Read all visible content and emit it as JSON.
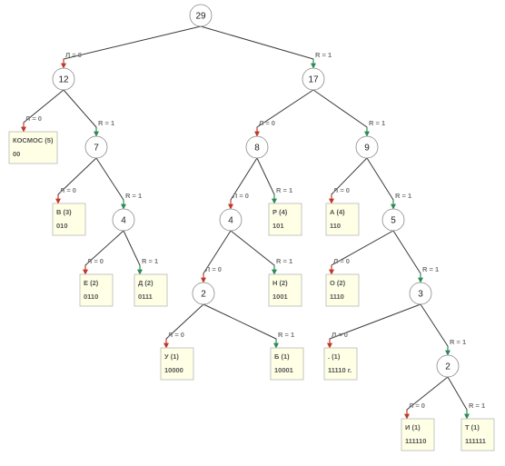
{
  "colors": {
    "left_arrow": "#c0392b",
    "right_arrow": "#2e8b57",
    "leaf_fill": "#ffffe6"
  },
  "tree": {
    "nodes": [
      {
        "id": "n29",
        "kind": "internal",
        "label": "29"
      },
      {
        "id": "n12",
        "kind": "internal",
        "label": "12"
      },
      {
        "id": "n17",
        "kind": "internal",
        "label": "17"
      },
      {
        "id": "kosmos",
        "kind": "leaf",
        "label": "КОСМОС (5)",
        "code": "00"
      },
      {
        "id": "n7",
        "kind": "internal",
        "label": "7"
      },
      {
        "id": "n8",
        "kind": "internal",
        "label": "8"
      },
      {
        "id": "n9",
        "kind": "internal",
        "label": "9"
      },
      {
        "id": "v",
        "kind": "leaf",
        "label": "В (3)",
        "code": "010"
      },
      {
        "id": "n4a",
        "kind": "internal",
        "label": "4"
      },
      {
        "id": "n4b",
        "kind": "internal",
        "label": "4"
      },
      {
        "id": "r",
        "kind": "leaf",
        "label": "Р (4)",
        "code": "101"
      },
      {
        "id": "a",
        "kind": "leaf",
        "label": "А (4)",
        "code": "110"
      },
      {
        "id": "n5",
        "kind": "internal",
        "label": "5"
      },
      {
        "id": "e",
        "kind": "leaf",
        "label": "Е (2)",
        "code": "0110"
      },
      {
        "id": "d",
        "kind": "leaf",
        "label": "Д (2)",
        "code": "0111"
      },
      {
        "id": "n2a",
        "kind": "internal",
        "label": "2"
      },
      {
        "id": "n",
        "kind": "leaf",
        "label": "Н (2)",
        "code": "1001"
      },
      {
        "id": "o",
        "kind": "leaf",
        "label": "О (2)",
        "code": "1110"
      },
      {
        "id": "n3",
        "kind": "internal",
        "label": "3"
      },
      {
        "id": "u",
        "kind": "leaf",
        "label": "У (1)",
        "code": "10000"
      },
      {
        "id": "b",
        "kind": "leaf",
        "label": "Б (1)",
        "code": "10001"
      },
      {
        "id": "dot",
        "kind": "leaf",
        "label": ". (1)",
        "code": "11110 г."
      },
      {
        "id": "n2b",
        "kind": "internal",
        "label": "2"
      },
      {
        "id": "i",
        "kind": "leaf",
        "label": "И (1)",
        "code": "111110"
      },
      {
        "id": "t",
        "kind": "leaf",
        "label": "Т (1)",
        "code": "111111"
      }
    ],
    "edges": [
      {
        "from": "n29",
        "to": "n12",
        "label": "Л = 0",
        "side": "left"
      },
      {
        "from": "n29",
        "to": "n17",
        "label": "R = 1",
        "side": "right"
      },
      {
        "from": "n12",
        "to": "kosmos",
        "label": "Л = 0",
        "side": "left"
      },
      {
        "from": "n12",
        "to": "n7",
        "label": "R = 1",
        "side": "right"
      },
      {
        "from": "n17",
        "to": "n8",
        "label": "Л = 0",
        "side": "left"
      },
      {
        "from": "n17",
        "to": "n9",
        "label": "R = 1",
        "side": "right"
      },
      {
        "from": "n7",
        "to": "v",
        "label": "Л = 0",
        "side": "left"
      },
      {
        "from": "n7",
        "to": "n4a",
        "label": "R = 1",
        "side": "right"
      },
      {
        "from": "n8",
        "to": "n4b",
        "label": "Л = 0",
        "side": "left"
      },
      {
        "from": "n8",
        "to": "r",
        "label": "R = 1",
        "side": "right"
      },
      {
        "from": "n9",
        "to": "a",
        "label": "Л = 0",
        "side": "left"
      },
      {
        "from": "n9",
        "to": "n5",
        "label": "R = 1",
        "side": "right"
      },
      {
        "from": "n4a",
        "to": "e",
        "label": "Л = 0",
        "side": "left"
      },
      {
        "from": "n4a",
        "to": "d",
        "label": "R = 1",
        "side": "right"
      },
      {
        "from": "n4b",
        "to": "n2a",
        "label": "Л = 0",
        "side": "left"
      },
      {
        "from": "n4b",
        "to": "n",
        "label": "R = 1",
        "side": "right"
      },
      {
        "from": "n5",
        "to": "o",
        "label": "Л = 0",
        "side": "left"
      },
      {
        "from": "n5",
        "to": "n3",
        "label": "R = 1",
        "side": "right"
      },
      {
        "from": "n2a",
        "to": "u",
        "label": "Л = 0",
        "side": "left"
      },
      {
        "from": "n2a",
        "to": "b",
        "label": "R = 1",
        "side": "right"
      },
      {
        "from": "n3",
        "to": "dot",
        "label": "Л = 0",
        "side": "left"
      },
      {
        "from": "n3",
        "to": "n2b",
        "label": "R = 1",
        "side": "right"
      },
      {
        "from": "n2b",
        "to": "i",
        "label": "Л = 0",
        "side": "left"
      },
      {
        "from": "n2b",
        "to": "t",
        "label": "R = 1",
        "side": "right"
      }
    ]
  }
}
